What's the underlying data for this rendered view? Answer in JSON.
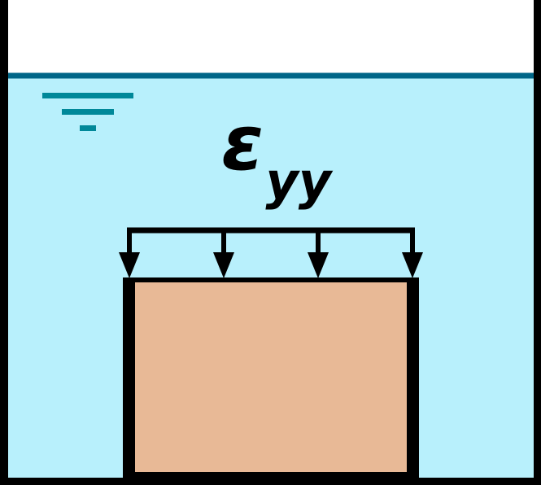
{
  "label": {
    "symbol": "ε",
    "subscript": "yy"
  },
  "colors": {
    "water": "#b8f0fc",
    "water_surface": "#006688",
    "water_level_marker": "#008899",
    "soil": "#e8b996",
    "container": "#000000",
    "background": "#ffffff",
    "load": "#000000"
  },
  "icons": {
    "water_level": "water-level-icon",
    "load_arrow": "down-arrow-icon"
  },
  "load": {
    "arrow_count": 4
  }
}
